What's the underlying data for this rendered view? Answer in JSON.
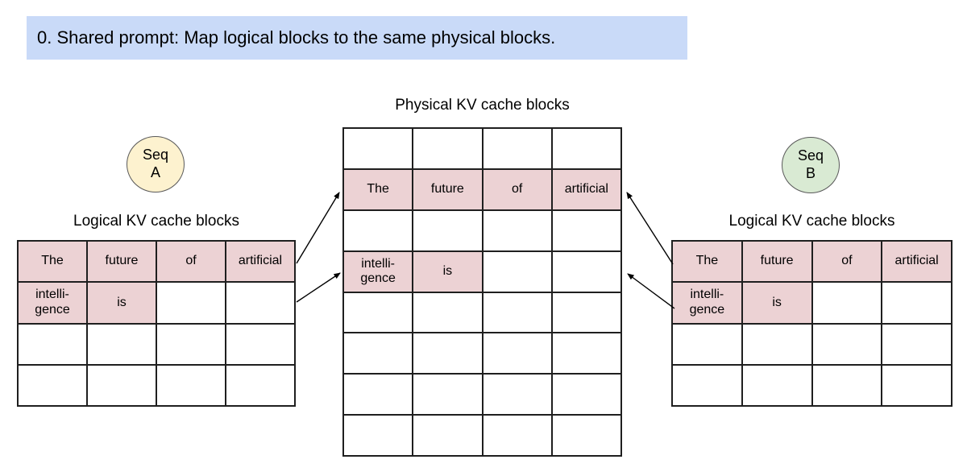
{
  "banner": {
    "text": "0. Shared prompt: Map logical blocks to the same physical blocks."
  },
  "colors": {
    "banner_bg": "#c9daf8",
    "highlight": "#ecd2d4",
    "seq_a_bg": "#fdf2cf",
    "seq_b_bg": "#d9ead3",
    "line": "#1f1f1f"
  },
  "physical_table": {
    "title": "Physical KV cache blocks",
    "rows": [
      [
        {
          "t": "",
          "hl": false
        },
        {
          "t": "",
          "hl": false
        },
        {
          "t": "",
          "hl": false
        },
        {
          "t": "",
          "hl": false
        }
      ],
      [
        {
          "t": "The",
          "hl": true
        },
        {
          "t": "future",
          "hl": true
        },
        {
          "t": "of",
          "hl": true
        },
        {
          "t": "artificial",
          "hl": true
        }
      ],
      [
        {
          "t": "",
          "hl": false
        },
        {
          "t": "",
          "hl": false
        },
        {
          "t": "",
          "hl": false
        },
        {
          "t": "",
          "hl": false
        }
      ],
      [
        {
          "t": "intelli-\ngence",
          "hl": true
        },
        {
          "t": "is",
          "hl": true
        },
        {
          "t": "",
          "hl": false
        },
        {
          "t": "",
          "hl": false
        }
      ],
      [
        {
          "t": "",
          "hl": false
        },
        {
          "t": "",
          "hl": false
        },
        {
          "t": "",
          "hl": false
        },
        {
          "t": "",
          "hl": false
        }
      ],
      [
        {
          "t": "",
          "hl": false
        },
        {
          "t": "",
          "hl": false
        },
        {
          "t": "",
          "hl": false
        },
        {
          "t": "",
          "hl": false
        }
      ],
      [
        {
          "t": "",
          "hl": false
        },
        {
          "t": "",
          "hl": false
        },
        {
          "t": "",
          "hl": false
        },
        {
          "t": "",
          "hl": false
        }
      ],
      [
        {
          "t": "",
          "hl": false
        },
        {
          "t": "",
          "hl": false
        },
        {
          "t": "",
          "hl": false
        },
        {
          "t": "",
          "hl": false
        }
      ]
    ]
  },
  "sequence_a": {
    "badge": "Seq\nA",
    "table_title": "Logical KV cache blocks",
    "table": {
      "rows": [
        [
          {
            "t": "The",
            "hl": true
          },
          {
            "t": "future",
            "hl": true
          },
          {
            "t": "of",
            "hl": true
          },
          {
            "t": "artificial",
            "hl": true
          }
        ],
        [
          {
            "t": "intelli-\ngence",
            "hl": true
          },
          {
            "t": "is",
            "hl": true
          },
          {
            "t": "",
            "hl": false
          },
          {
            "t": "",
            "hl": false
          }
        ],
        [
          {
            "t": "",
            "hl": false
          },
          {
            "t": "",
            "hl": false
          },
          {
            "t": "",
            "hl": false
          },
          {
            "t": "",
            "hl": false
          }
        ],
        [
          {
            "t": "",
            "hl": false
          },
          {
            "t": "",
            "hl": false
          },
          {
            "t": "",
            "hl": false
          },
          {
            "t": "",
            "hl": false
          }
        ]
      ]
    }
  },
  "sequence_b": {
    "badge": "Seq\nB",
    "table_title": "Logical KV cache blocks",
    "table": {
      "rows": [
        [
          {
            "t": "The",
            "hl": true
          },
          {
            "t": "future",
            "hl": true
          },
          {
            "t": "of",
            "hl": true
          },
          {
            "t": "artificial",
            "hl": true
          }
        ],
        [
          {
            "t": "intelli-\ngence",
            "hl": true
          },
          {
            "t": "is",
            "hl": true
          },
          {
            "t": "",
            "hl": false
          },
          {
            "t": "",
            "hl": false
          }
        ],
        [
          {
            "t": "",
            "hl": false
          },
          {
            "t": "",
            "hl": false
          },
          {
            "t": "",
            "hl": false
          },
          {
            "t": "",
            "hl": false
          }
        ],
        [
          {
            "t": "",
            "hl": false
          },
          {
            "t": "",
            "hl": false
          },
          {
            "t": "",
            "hl": false
          },
          {
            "t": "",
            "hl": false
          }
        ]
      ]
    }
  }
}
